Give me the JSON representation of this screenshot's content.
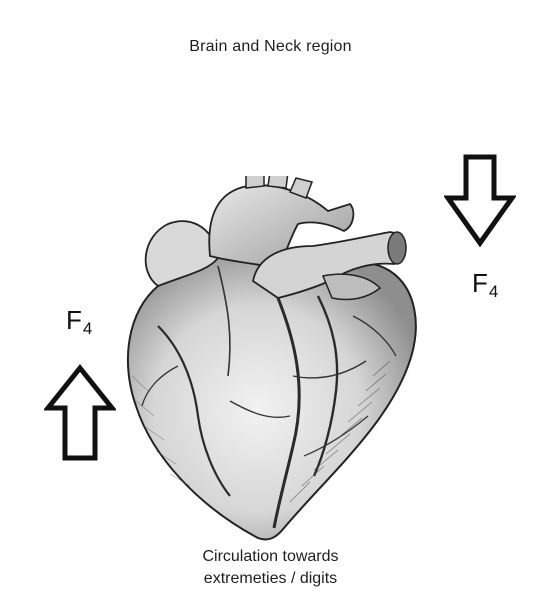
{
  "labels": {
    "top": "Brain and Neck region",
    "bottom_line1": "Circulation towards",
    "bottom_line2": "extremeties / digits"
  },
  "forces": {
    "left": {
      "symbol": "F",
      "subscript": "4",
      "direction": "up"
    },
    "right": {
      "symbol": "F",
      "subscript": "4",
      "direction": "down"
    }
  },
  "icons": {
    "left_arrow": "arrow-up-outline-icon",
    "right_arrow": "arrow-down-outline-icon",
    "heart": "anatomical-heart-illustration"
  },
  "colors": {
    "background": "#ffffff",
    "ink": "#1c1c1c",
    "heart_shade": "#bdbdbd"
  }
}
